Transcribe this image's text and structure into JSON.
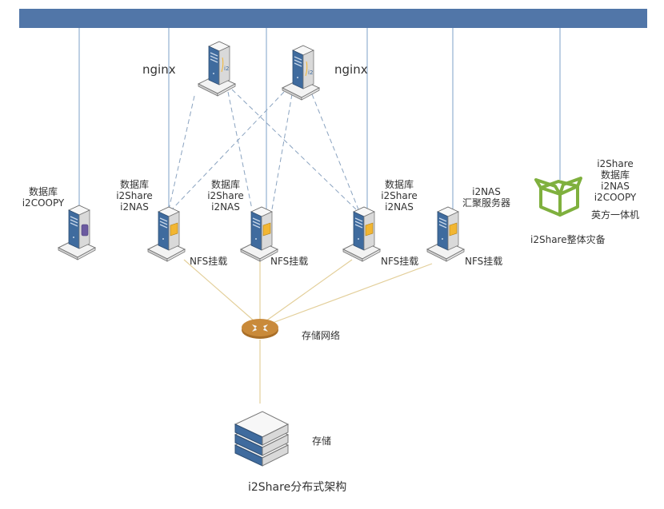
{
  "title": "i2Share分布式架构",
  "colors": {
    "bus": "#5176a8",
    "bus_line": "#7da2c9",
    "dash_line": "#8aa3c0",
    "storage_line": "#e3cf9a",
    "server_blue": "#3f6b9e",
    "server_gray": "#d9d9d9",
    "folder": "#f2b632",
    "router": "#c98a3a",
    "green_box": "#7fb03e"
  },
  "nginx_servers": [
    {
      "label": "nginx"
    },
    {
      "label": "nginx"
    }
  ],
  "servers": [
    {
      "id": "db-i2coopy",
      "lines": [
        "数据库",
        "i2COOPY"
      ],
      "icon": "database-disk",
      "nfs": ""
    },
    {
      "id": "app-1",
      "lines": [
        "数据库",
        "i2Share",
        "i2NAS"
      ],
      "icon": "folder",
      "nfs": "NFS挂载"
    },
    {
      "id": "app-2",
      "lines": [
        "数据库",
        "i2Share",
        "i2NAS"
      ],
      "icon": "folder",
      "nfs": "NFS挂载"
    },
    {
      "id": "app-3",
      "lines": [
        "数据库",
        "i2Share",
        "i2NAS"
      ],
      "icon": "folder",
      "nfs": "NFS挂载"
    },
    {
      "id": "i2nas-agg",
      "lines": [
        "i2NAS",
        "汇聚服务器"
      ],
      "icon": "folder",
      "nfs": "NFS挂载"
    }
  ],
  "backup": {
    "lines": [
      "i2Share",
      "数据库",
      "i2NAS",
      "i2COOPY"
    ],
    "appliance": "英方一体机",
    "caption": "i2Share整体灾备"
  },
  "storage_network": {
    "label": "存储网络"
  },
  "storage": {
    "label": "存储"
  }
}
